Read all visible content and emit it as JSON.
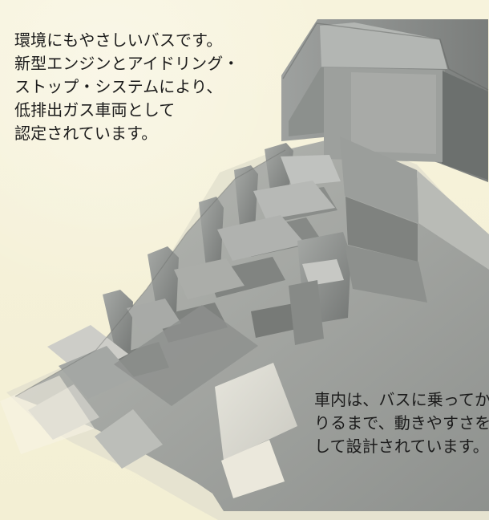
{
  "document": {
    "top_text": [
      "環境にもやさしいバスです。",
      "新型エンジンとアイドリング・",
      "ストップ・システムにより、",
      "低排出ガス車両として",
      "認定されています。"
    ],
    "bottom_text": [
      "車内は、バスに乗ってか",
      "りるまで、動きやすさを",
      "して設計されています。"
    ]
  }
}
